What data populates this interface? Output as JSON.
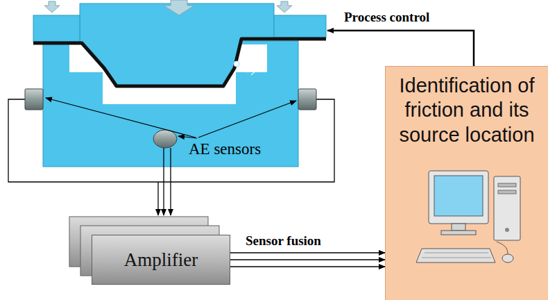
{
  "diagram": {
    "nodes": [
      {
        "text": [
          "Amplifier"
        ]
      },
      {
        "text": [
          "Identification of friction and its source location"
        ]
      }
    ],
    "edges": [
      {
        "from": 0,
        "to": 1,
        "arrow": "to",
        "label": "Sensor fusion"
      }
    ],
    "labels": [
      "AE sensors",
      "Process control"
    ]
  }
}
